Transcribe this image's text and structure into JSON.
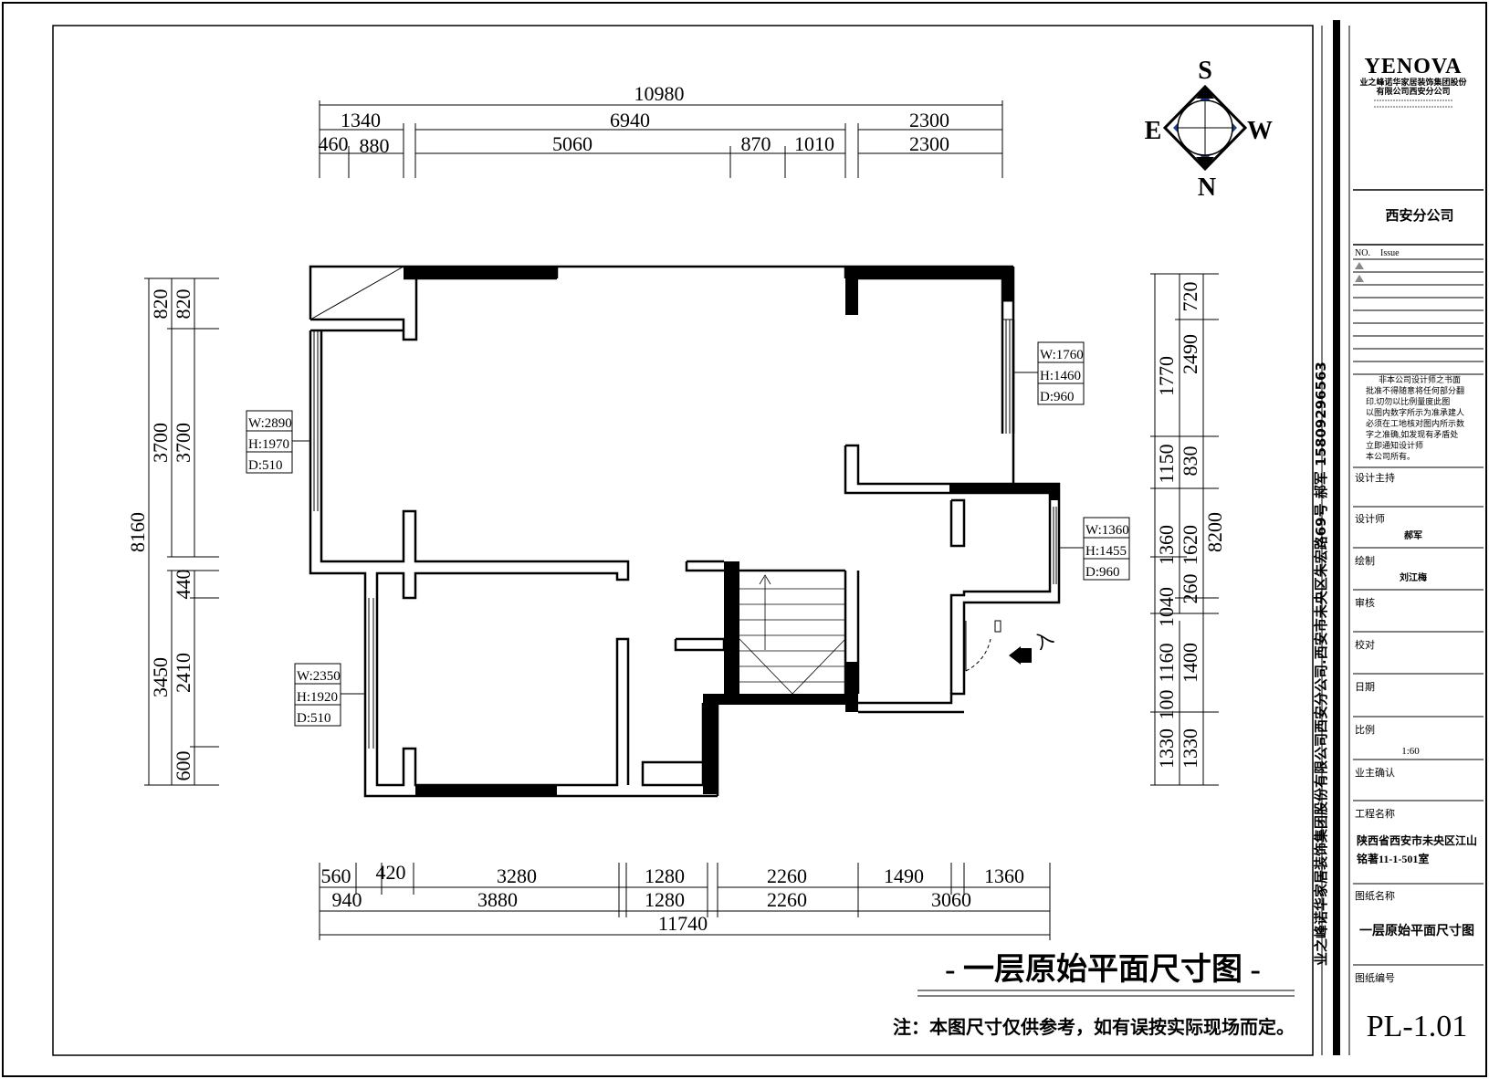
{
  "compass": {
    "s": "S",
    "e": "E",
    "w": "W",
    "n": "N"
  },
  "dims": {
    "top_total": "10980",
    "top_a": "1340",
    "top_b": "6940",
    "top_c": "2300",
    "top_d1": "460",
    "top_d2": "880",
    "top_d3": "5060",
    "top_d4": "870",
    "top_d5": "1010",
    "top_d6": "2300",
    "bot_a1": "560",
    "bot_a2": "420",
    "bot_a3": "3280",
    "bot_a4": "1280",
    "bot_a5": "2260",
    "bot_a6": "1490",
    "bot_a7": "1360",
    "bot_b1": "940",
    "bot_b2": "3880",
    "bot_b3": "1280",
    "bot_b4": "2260",
    "bot_b5": "3060",
    "bot_total": "11740",
    "left_total": "8160",
    "left_a1": "820",
    "left_a2": "3700",
    "left_a3": "3450",
    "left_b1": "820",
    "left_b2": "3700",
    "left_b3": "440",
    "left_b4": "2410",
    "left_b5": "600",
    "right_a1": "1770",
    "right_a2": "1150",
    "right_a3": "1360",
    "right_a4": "1160",
    "right_a5": "1330",
    "right_a6": "1040",
    "right_a7": "100",
    "right_b1": "720",
    "right_b2": "2490",
    "right_b3": "830",
    "right_b4": "1620",
    "right_b5": "260",
    "right_b6": "1400",
    "right_b7": "1330",
    "right_total": "8200"
  },
  "windows": {
    "w1": {
      "w": "W:2890",
      "h": "H:1970",
      "d": "D:510"
    },
    "w2": {
      "w": "W:2350",
      "h": "H:1920",
      "d": "D:510"
    },
    "w3": {
      "w": "W:1760",
      "h": "H:1460",
      "d": "D:960"
    },
    "w4": {
      "w": "W:1360",
      "h": "H:1455",
      "d": "D:960"
    }
  },
  "entry_label": "入",
  "drawing_title": "- 一层原始平面尺寸图 -",
  "note": "注：本图尺寸仅供参考，如有误按实际现场而定。",
  "vertical_text": "业之峰诺华家居装饰集团股份有限公司西安分公司.西安市未央区朱宏路69号 郝军 15809296563",
  "title_block": {
    "brand": "YENOVA",
    "company": "业之峰诺华家居装饰集团股份",
    "company2": "有限公司西安分公司",
    "branch": "西安分公司",
    "no_label": "NO.",
    "issue_label": "Issue",
    "disclaimer": [
      "非本公司设计师之书面",
      "批准不得随意将任何部分翻",
      "印.切勿以比例量度此图",
      "以图内数字所示为准承建人",
      "必须在工地核对图内所示数",
      "字之准确,如发现有矛盾处",
      "立即通知设计师",
      "本公司所有。"
    ],
    "design_director": "设计主持",
    "designer_label": "设计师",
    "designer": "郝军",
    "drafter_label": "绘制",
    "drafter": "刘江梅",
    "review_label": "审核",
    "check_label": "校对",
    "date_label": "日期",
    "scale_label": "比例",
    "scale": "1:60",
    "owner_label": "业主确认",
    "project_label": "工程名称",
    "project1": "陕西省西安市未央区江山",
    "project2": "铭著11-1-501室",
    "sheet_name_label": "图纸名称",
    "sheet_name": "一层原始平面尺寸图",
    "sheet_no_label": "图纸编号",
    "sheet_no": "PL-1.01"
  }
}
